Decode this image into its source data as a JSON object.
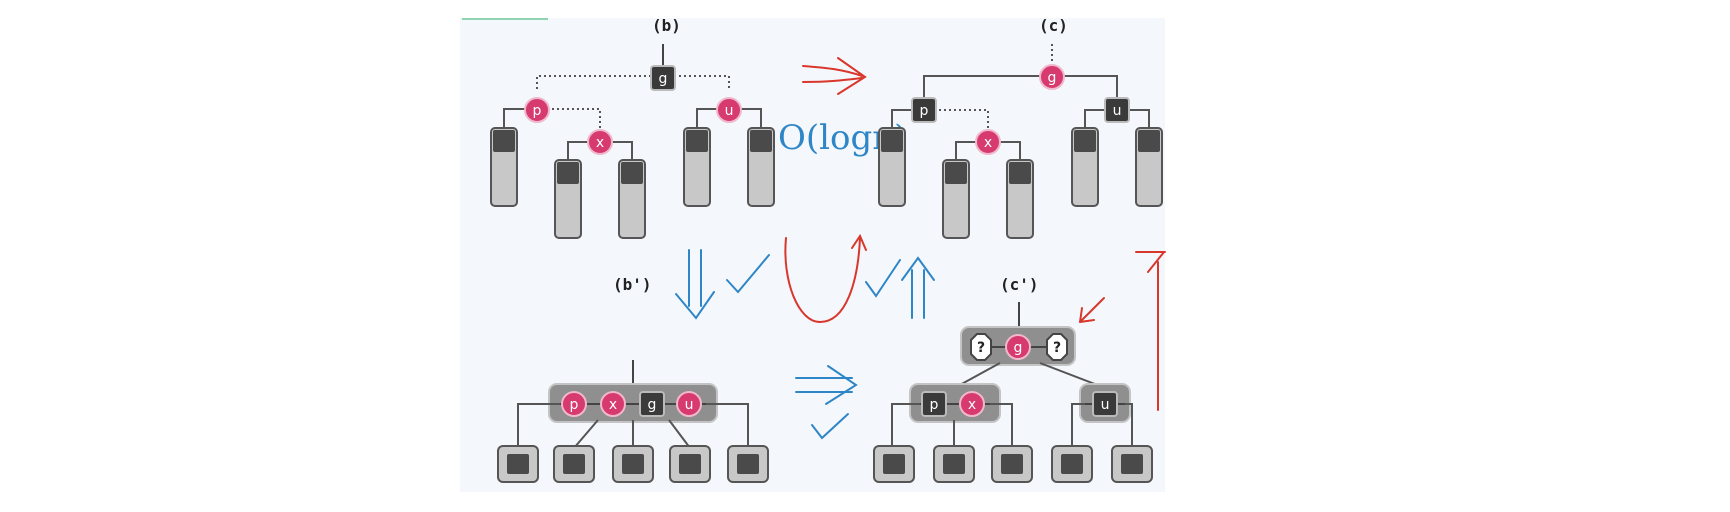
{
  "labels": {
    "b": "(b)",
    "c": "(c)",
    "b_prime": "(b')",
    "c_prime": "(c')"
  },
  "nodes": {
    "p": "p",
    "x": "x",
    "g": "g",
    "u": "u",
    "unknown": "?"
  },
  "annotations": {
    "complexity": "O(logn)"
  },
  "colors": {
    "red_node": "#d63a6e",
    "dark_node": "#3a3a3a",
    "leaf_fill": "#c8c8c8",
    "leaf_cap": "#4a4a4a",
    "blue_ink": "#2f86c6",
    "red_ink": "#d9362c",
    "panel_bg": "#f4f8fc"
  }
}
